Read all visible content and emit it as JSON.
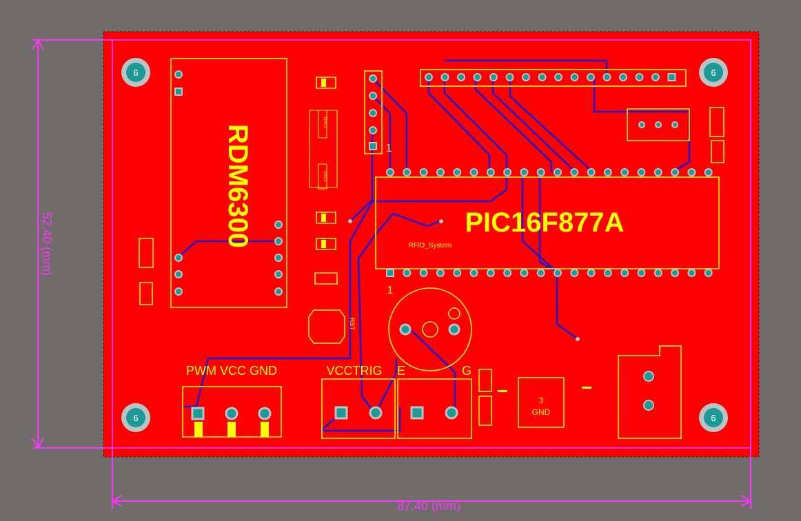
{
  "colors": {
    "background": "#706c69",
    "board": "#ff0000",
    "silkscreen": "#ffff00",
    "track": "#1a1ad6",
    "pad": "#1e9a96",
    "mechanical": "#ff33ff"
  },
  "labels": {
    "rfid_module": "RDM6300",
    "mcu": "PIC16F877A",
    "net_name": "RFID_System",
    "pin_one_header": "1",
    "pin_one_mcu": "1",
    "connector_power": "PWM VCC GND",
    "connector_sensor_a": "VCCTRIG",
    "connector_sensor_b": "E",
    "connector_sensor_c": "G",
    "reset": "RST",
    "reg_pin": "3",
    "reg_label": "GND",
    "osc1": "OSC1",
    "osc2": "OSC2",
    "mount_hole": "6"
  },
  "dimensions": {
    "height": "52.40 (mm)",
    "width": "87.40 (mm)"
  }
}
